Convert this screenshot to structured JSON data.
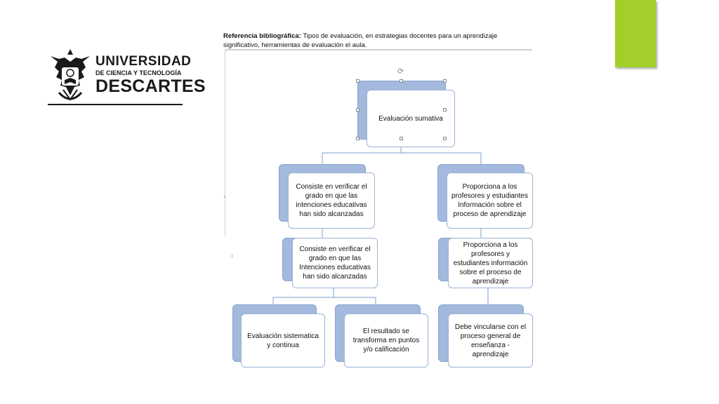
{
  "logo": {
    "line1": "UNIVERSIDAD",
    "line2": "DE CIENCIA Y TECNOLOGÍA",
    "line3": "DESCARTES",
    "crest_icon": "eagle-crest-icon"
  },
  "reference": {
    "label": "Referencia bibliográfica:",
    "text": " Tipos de evaluación, en estrategias docentes para un aprendizaje significativo, herramientas de evaluación el aula."
  },
  "diagram": {
    "root": "Evaluación sumativa",
    "left_branch": {
      "node1": "Consiste en verificar el grado en que las intenciones educativas han sido alcanzadas",
      "node2": "Consiste en verificar el grado en que las Intenciones educativas han sido alcanzadas",
      "child_a": "Evaluación sistematica y continua",
      "child_b": "El resultado se transforma en puntos y/o calificación"
    },
    "right_branch": {
      "node1": "Proporciona a los profesores y estudiantes Información sobre el proceso de aprendizaje",
      "node2": "Proporciona a los profesores y estudiantes información sobre el proceso de aprendizaje",
      "node3": "Debe vincularse con el proceso general de enseñanza - aprendizaje"
    }
  },
  "colors": {
    "accent_green": "#a4cf2a",
    "box_back": "#a3b9de",
    "box_border": "#9bb3d6",
    "connector": "#8fb0d6"
  }
}
